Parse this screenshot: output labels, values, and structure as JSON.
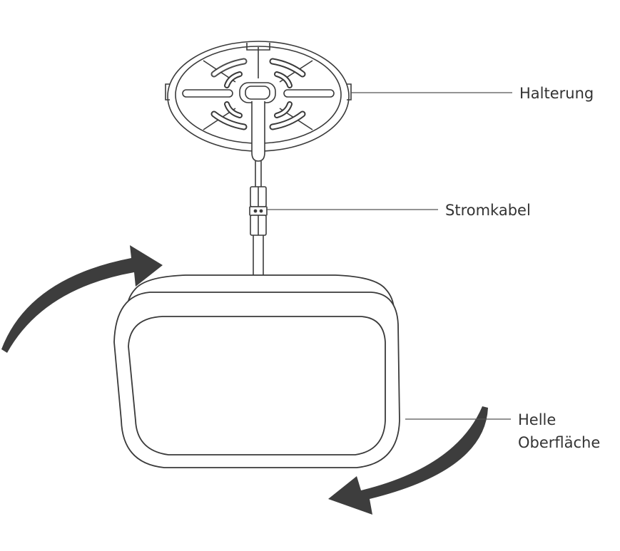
{
  "labels": {
    "mount": "Halterung",
    "cable": "Stromkabel",
    "surface_line1": "Helle",
    "surface_line2": "Oberfläche"
  },
  "colors": {
    "line": "#3a3a3a",
    "arrow": "#3d3d3d",
    "leader": "#555555",
    "text": "#333333"
  }
}
